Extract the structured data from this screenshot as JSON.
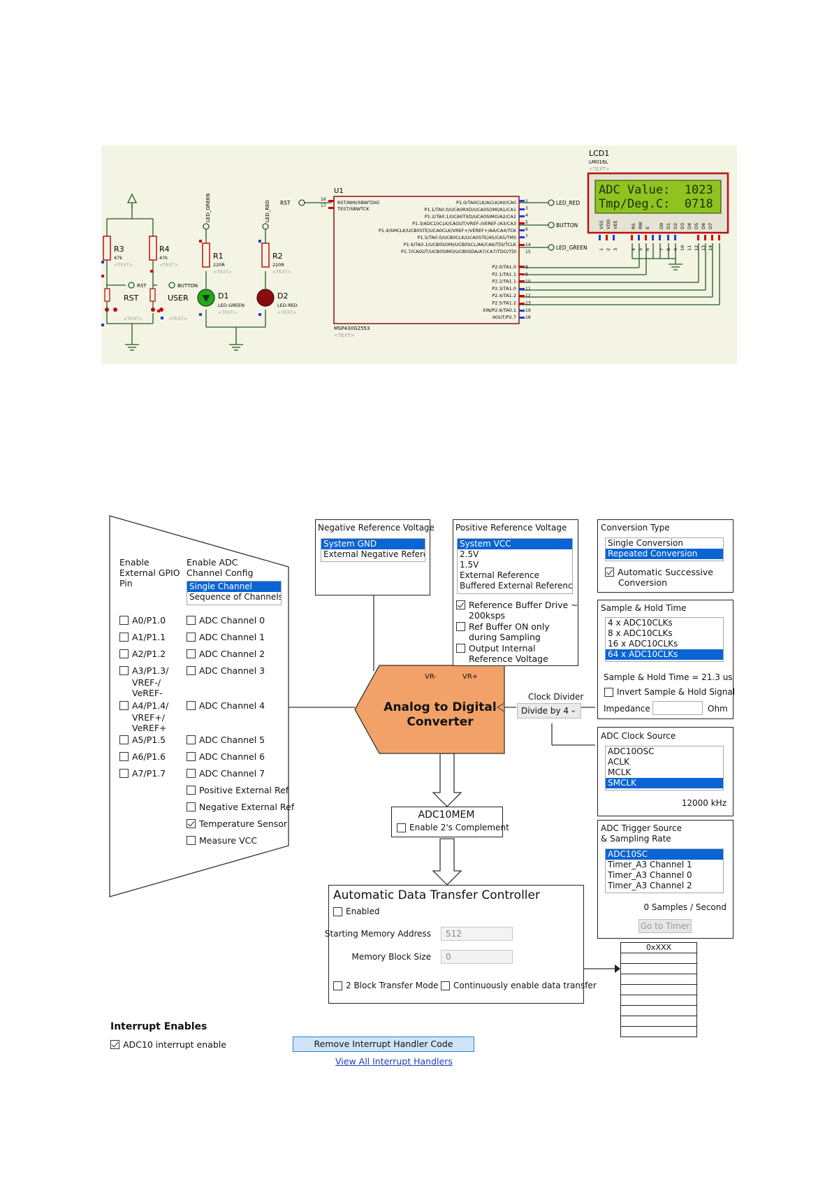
{
  "schematic": {
    "lcd": {
      "ref": "LCD1",
      "part": "LM016L",
      "text": "<TEXT>",
      "line1": "ADC Value:  1023",
      "line2": "Tmp/Deg.C:  0718",
      "pins": [
        "VSS",
        "VDD",
        "VEE",
        "RS",
        "RW",
        "E",
        "D0",
        "D1",
        "D2",
        "D3",
        "D4",
        "D5",
        "D6",
        "D7"
      ],
      "pin_numbers": [
        "1",
        "2",
        "3",
        "4",
        "5",
        "6",
        "7",
        "8",
        "9",
        "10",
        "11",
        "12",
        "13",
        "14"
      ]
    },
    "mcu": {
      "ref": "U1",
      "part": "MSP430G2553",
      "text": "<TEXT>",
      "left_pins": [
        "RST/NMI/SBWTDIO",
        "TEST/SBWTCK"
      ],
      "left_pin_numbers": [
        "16",
        "17"
      ],
      "mid_pins": [
        "P1.1/TA0.0/UCA0RXD/UCA0SOMI/A1/CA1",
        "P1.2/TA0.1/UCA0TXD/UCA0SIMO/A2/CA2",
        "P1.3/ADC10CLK/CAOUT/VREF-/VEREF-/A3/CA3",
        "P1.4/SMCLK/UCB0STE/UCA0CLK/VREF+/VEREF+/A4/CA4/TCK",
        "P1.5/TA0.0/UCB0CLK/UCA0STE/A5/CA5/TMS",
        "P1.6/TA0.1/UCB0SOMI/UCB0SCL/A6/CA6/TDI/TCLK",
        "P1.7/CAOUT/UCB0SIMO/UCB0SDA/A7/CA7/TDO/TDI"
      ],
      "top_right_pin": "P1.0/TA0CLK/ACLK/A0/CA0",
      "right_pins": [
        "P2.0/TA1.0",
        "P2.1/TA1.1",
        "P2.2/TA1.1",
        "P2.3/TA1.0",
        "P2.4/TA1.2",
        "P2.5/TA1.2",
        "XIN/P2.6/TA0.1",
        "XOUT/P2.7"
      ],
      "right_pin_numbers_top": [
        "2",
        "3",
        "4",
        "5",
        "6",
        "7",
        "14",
        "15"
      ],
      "right_pin_numbers": [
        "8",
        "9",
        "10",
        "11",
        "12",
        "13",
        "19",
        "18"
      ]
    },
    "labels": {
      "rst": "RST",
      "led_red": "LED_RED",
      "led_green": "LED_GREEN",
      "button": "BUTTON",
      "rst_net": "RST",
      "button_net": "BUTTON",
      "led_green_v": "LED_GREEN",
      "led_red_v": "LED_RED"
    },
    "r3": {
      "ref": "R3",
      "value": "47k",
      "text": "<TEXT>"
    },
    "r4": {
      "ref": "R4",
      "value": "47k",
      "text": "<TEXT>"
    },
    "r1": {
      "ref": "R1",
      "value": "220R",
      "text": "<TEXT>"
    },
    "r2": {
      "ref": "R2",
      "value": "220R",
      "text": "<TEXT>"
    },
    "d1": {
      "ref": "D1",
      "value": "LED-GREEN",
      "text": "<TEXT>"
    },
    "d2": {
      "ref": "D2",
      "value": "LED-RED",
      "text": "<TEXT>"
    },
    "sw_rst": {
      "ref": "RST",
      "text": "<TEXT>"
    },
    "sw_user": {
      "ref": "USER",
      "text": "<TEXT>"
    },
    "colors": {
      "background": "#f4f4e4",
      "wire": "#1f5a1f",
      "pin_red": "#d00000",
      "pin_blue": "#1f3fd8",
      "lcd_screen": "#8fc31f",
      "led_green": "#26a81c",
      "led_red": "#8a0d0d",
      "mcu_border": "#8a1010"
    }
  },
  "config": {
    "gpio": {
      "header1": "Enable",
      "header2": "External GPIO",
      "header3": "Pin",
      "pins": [
        "A0/P1.0",
        "A1/P1.1",
        "A2/P1.2",
        "A3/P1.3/",
        "A4/P1.4/",
        "A5/P1.5",
        "A6/P1.6",
        "A7/P1.7"
      ],
      "sub_a3": [
        "VREF-/",
        "VeREF-"
      ],
      "sub_a4": [
        "VREF+/",
        "VeREF+"
      ]
    },
    "channel": {
      "header1": "Enable ADC",
      "header2": "Channel Config",
      "config_options": [
        "Single Channel",
        "Sequence of Channels"
      ],
      "config_selected": 0,
      "channels": [
        "ADC Channel 0",
        "ADC Channel 1",
        "ADC Channel 2",
        "ADC Channel 3",
        "ADC Channel 4",
        "ADC Channel 5",
        "ADC Channel 6",
        "ADC Channel 7"
      ],
      "extra": [
        "Positive External Ref",
        "Negative External Ref",
        "Temperature Sensor",
        "Measure VCC"
      ],
      "extra_checked": [
        false,
        false,
        true,
        false
      ]
    },
    "neg_ref": {
      "title": "Negative Reference Voltage",
      "options": [
        "System GND",
        "External Negative Reference"
      ],
      "selected": 0
    },
    "pos_ref": {
      "title": "Positive Reference Voltage",
      "options": [
        "System VCC",
        "2.5V",
        "1.5V",
        "External Reference",
        "Buffered External Reference"
      ],
      "selected": 0,
      "buf_drive": "Reference Buffer Drive ~",
      "buf_drive2": "200ksps",
      "buf_drive_checked": true,
      "ref_on": "Ref Buffer ON only",
      "ref_on2": "during Sampling",
      "ref_on_checked": false,
      "out_int": "Output Internal",
      "out_int2": "Reference Voltage",
      "out_int_checked": false
    },
    "conversion": {
      "title": "Conversion Type",
      "options": [
        "Single Conversion",
        "Repeated Conversion"
      ],
      "selected": 1,
      "auto": "Automatic Successive",
      "auto2": "Conversion",
      "auto_checked": true
    },
    "sample_hold": {
      "title": "Sample & Hold Time",
      "options": [
        "4 x ADC10CLKs",
        "8 x ADC10CLKs",
        "16 x ADC10CLKs",
        "64 x ADC10CLKs"
      ],
      "selected": 3,
      "time_label": "Sample & Hold Time = 21.3 us",
      "invert": "Invert Sample & Hold Signal",
      "invert_checked": false,
      "impedance": "Impedance",
      "ohm": "Ohm",
      "impedance_value": ""
    },
    "converter": {
      "line1": "Analog to Digital",
      "line2": "Converter",
      "vr_minus": "VR-",
      "vr_plus": "VR+",
      "fill": "#f2a268"
    },
    "clock_divider": {
      "label": "Clock Divider",
      "value": "Divide by 4"
    },
    "clock_source": {
      "title": "ADC Clock Source",
      "options": [
        "ADC10OSC",
        "ACLK",
        "MCLK",
        "SMCLK"
      ],
      "selected": 3,
      "freq": "12000 kHz"
    },
    "trigger": {
      "title1": "ADC Trigger Source",
      "title2": "& Sampling Rate",
      "options": [
        "ADC10SC",
        "Timer_A3 Channel 1",
        "Timer_A3 Channel 0",
        "Timer_A3 Channel 2"
      ],
      "selected": 0,
      "samples": "0  Samples / Second",
      "goto": "Go to Timer"
    },
    "mem": {
      "title": "ADC10MEM",
      "twos": "Enable 2's Complement",
      "twos_checked": false
    },
    "dtc": {
      "title": "Automatic Data Transfer Controller",
      "enabled": "Enabled",
      "enabled_checked": false,
      "start_label": "Starting Memory Address",
      "start_value": "512",
      "block_label": "Memory Block Size",
      "block_value": "0",
      "two_block": "2 Block Transfer Mode",
      "continuous": "Continuously enable data transfer"
    },
    "memory_table": {
      "header": "0xXXX",
      "rows": 8
    },
    "interrupts": {
      "title": "Interrupt Enables",
      "adc_int": "ADC10 interrupt enable",
      "adc_int_checked": true,
      "remove_btn": "Remove Interrupt Handler Code",
      "view_link": "View All Interrupt Handlers"
    }
  }
}
